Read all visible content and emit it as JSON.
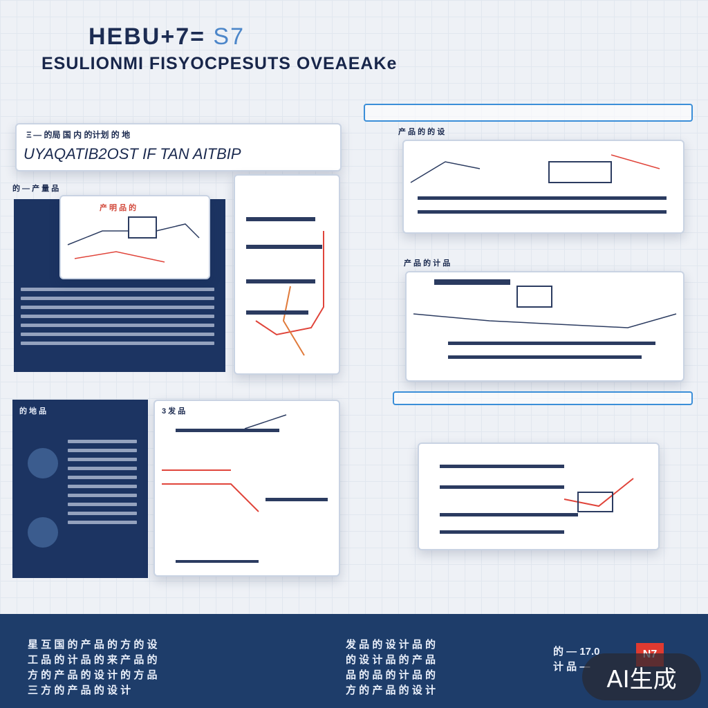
{
  "header": {
    "title": "HEBU+7=",
    "title_accent": "S7",
    "subtitle": "ESULIONMI FISYOCPESUTS OVEAEAKe"
  },
  "left_top": {
    "banner_line1": "Ξ — 的局 国 内 的计划 的 地",
    "banner_line2": "UYAQATIB2OST IF TAN AITBIP",
    "label": "的 — 产 量 品",
    "card_label": "产 明 品 的"
  },
  "left_bottom": {
    "navy_title": "的 地 品",
    "panel_label": "3 发 品"
  },
  "right": {
    "label_top": "产 品 的 的 设",
    "label_mid": "产 品 的 计 品"
  },
  "footer": {
    "col1": [
      "星 互 国 的 产 品 的 方 的 设",
      "工 品 的 计 品 的 来 产 品 的",
      "方 的 产 品 的 设 计 的 方 品",
      "三 方 的 产 品 的 设 计"
    ],
    "col2": [
      "发 品 的 设 计 品 的",
      "的 设 计 品 的 产 品",
      "品 的 品 的 计 品 的",
      "方 的 产 品 的 设 计"
    ],
    "col3": [
      "的 — 17.0",
      "计 品 —"
    ],
    "badge": "N7",
    "ai_label": "AI生成"
  },
  "colors": {
    "navy": "#1c3462",
    "accent_blue": "#3a8ed8",
    "accent_red": "#e03a30"
  }
}
